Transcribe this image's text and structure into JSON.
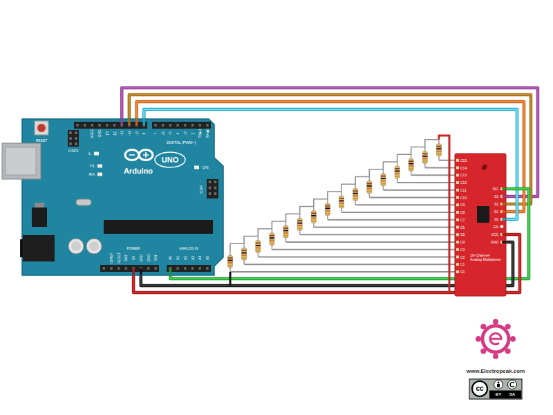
{
  "diagram": {
    "nodes": [
      {
        "text": [
          "Arduino",
          "UNO"
        ]
      },
      {
        "text": [
          "16-Channel Analog Multiplexer"
        ]
      }
    ],
    "edges": [
      {
        "from": 0,
        "to": 1,
        "arrow": "none"
      },
      {
        "from": 0,
        "to": 1,
        "arrow": "none"
      },
      {
        "from": 0,
        "to": 1,
        "arrow": "none"
      },
      {
        "from": 0,
        "to": 1,
        "arrow": "none"
      },
      {
        "from": 0,
        "to": 1,
        "arrow": "none"
      },
      {
        "from": 0,
        "to": 1,
        "arrow": "none"
      },
      {
        "from": 0,
        "to": 1,
        "arrow": "none"
      }
    ],
    "labels": [
      "RESET",
      "ICSP2",
      "AREF",
      "GND",
      "13",
      "12",
      "~11",
      "~10",
      "~9",
      "8",
      "7",
      "~6",
      "~5",
      "4",
      "~3",
      "2",
      "TX▶1",
      "RX◀0",
      "DIGITAL (PWM~)",
      "L",
      "TX",
      "RX",
      "ON",
      "ICSP",
      "IOREF",
      "RESET",
      "3V3",
      "5V",
      "GND",
      "GND",
      "VIN",
      "POWER",
      "ANALOG IN",
      "A0",
      "A1",
      "A2",
      "A3",
      "A4",
      "A5",
      "C15",
      "C14",
      "C13",
      "C12",
      "C11",
      "C10",
      "C9",
      "C8",
      "C7",
      "C6",
      "C5",
      "C4",
      "C3",
      "C2",
      "C1",
      "C0",
      "SIG",
      "S3",
      "S2",
      "S1",
      "S0",
      "EN",
      "VCC",
      "GND",
      "www.Electropeak.com",
      "cc",
      "BY",
      "SA"
    ]
  }
}
